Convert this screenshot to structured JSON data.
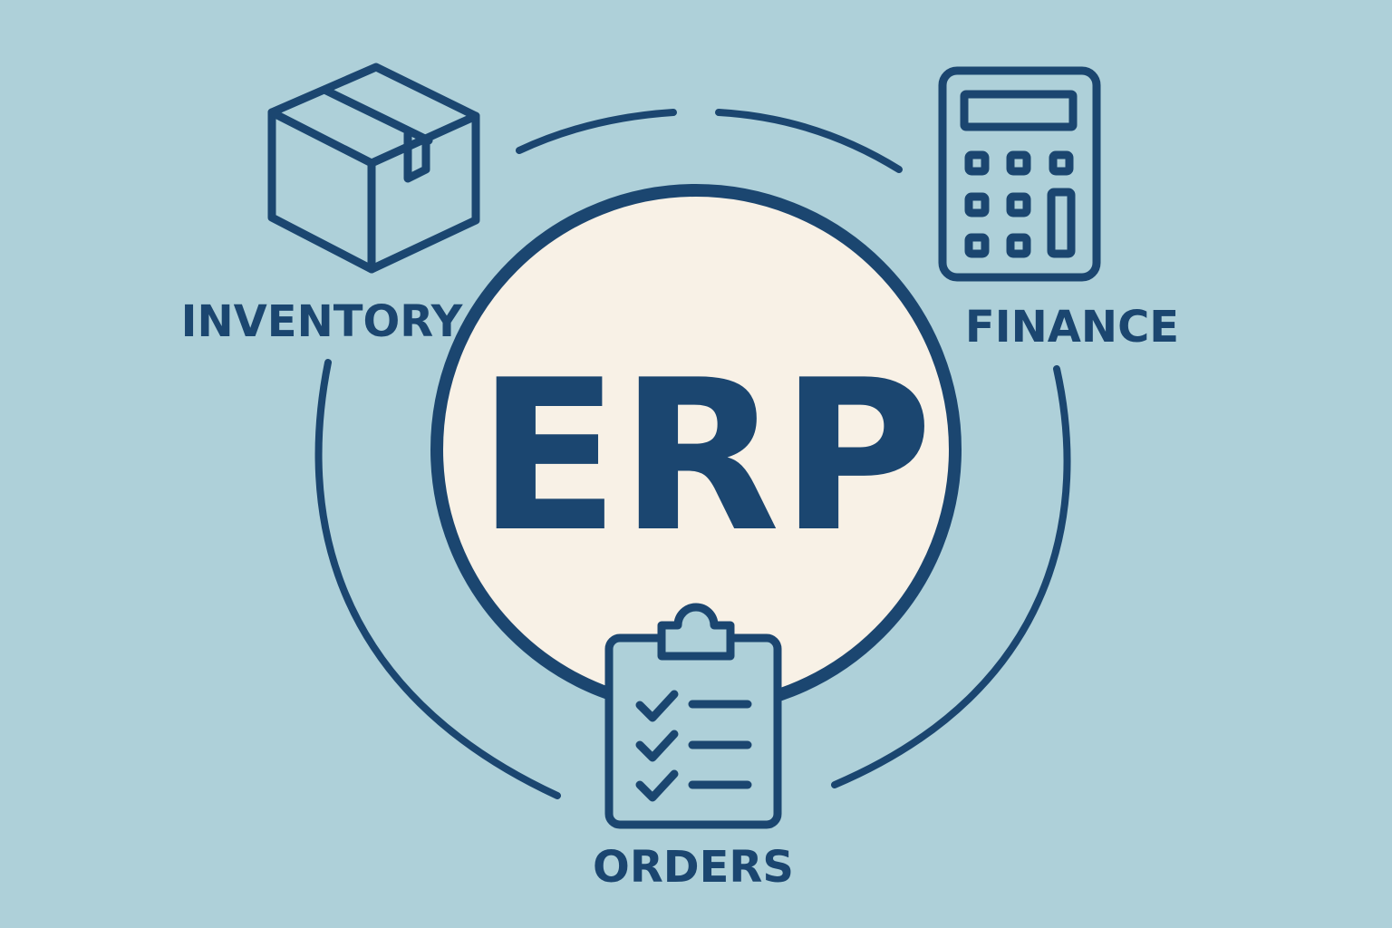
{
  "center": {
    "title": "ERP"
  },
  "modules": [
    {
      "label": "INVENTORY",
      "icon": "package-box-icon"
    },
    {
      "label": "FINANCE",
      "icon": "calculator-icon"
    },
    {
      "label": "ORDERS",
      "icon": "clipboard-checklist-icon"
    }
  ],
  "colors": {
    "background": "#aed0d9",
    "primary": "#1b4670",
    "center_fill": "#f8f1e6"
  }
}
